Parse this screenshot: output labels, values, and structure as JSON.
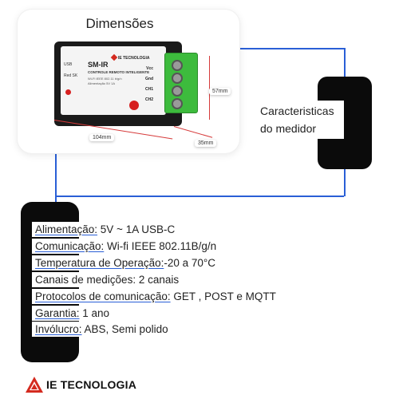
{
  "dimensions_card": {
    "title": "Dimensões",
    "width_label": "104mm",
    "height_label": "57mm",
    "depth_label": "35mm"
  },
  "device": {
    "side_text": [
      "USB",
      "Red SK"
    ],
    "model": "SM-IR",
    "brand": "IE TECNOLOGIA",
    "subtitle": "CONTROLE REMOTO INTELIGENTE",
    "spec_lines": [
      "Wi-Fi IEEE 802.11 b/g/n",
      "Alimentação 5V 1A"
    ],
    "pins": [
      "Vcc",
      "Gnd",
      "CH1",
      "CH2"
    ]
  },
  "characteristics": {
    "line1": "Caracteristicas",
    "line2": "do medidor"
  },
  "specs": [
    {
      "label": "Alimentação:",
      "value": " 5V ~ 1A USB-C"
    },
    {
      "label": "Comunicação:",
      "value": " Wi-fi IEEE 802.11B/g/n"
    },
    {
      "label": "Temperatura de Operação:",
      "value": "-20 a 70°C"
    },
    {
      "label": " Canais de medições:",
      "value": " 2  canais"
    },
    {
      "label": "Protocolos de comunicação:",
      "value": " GET , POST e MQTT"
    },
    {
      "label": "Garantia:",
      "value": " 1 ano"
    },
    {
      "label": "Invólucro:",
      "value": " ABS, Semi polido"
    }
  ],
  "footer": {
    "brand": "IE TECNOLOGIA"
  },
  "colors": {
    "accent_line": "#2a5fd6",
    "dimension_line": "#d63a3a",
    "terminal_green": "#3dbb3d",
    "brand_red": "#d42a1f"
  }
}
